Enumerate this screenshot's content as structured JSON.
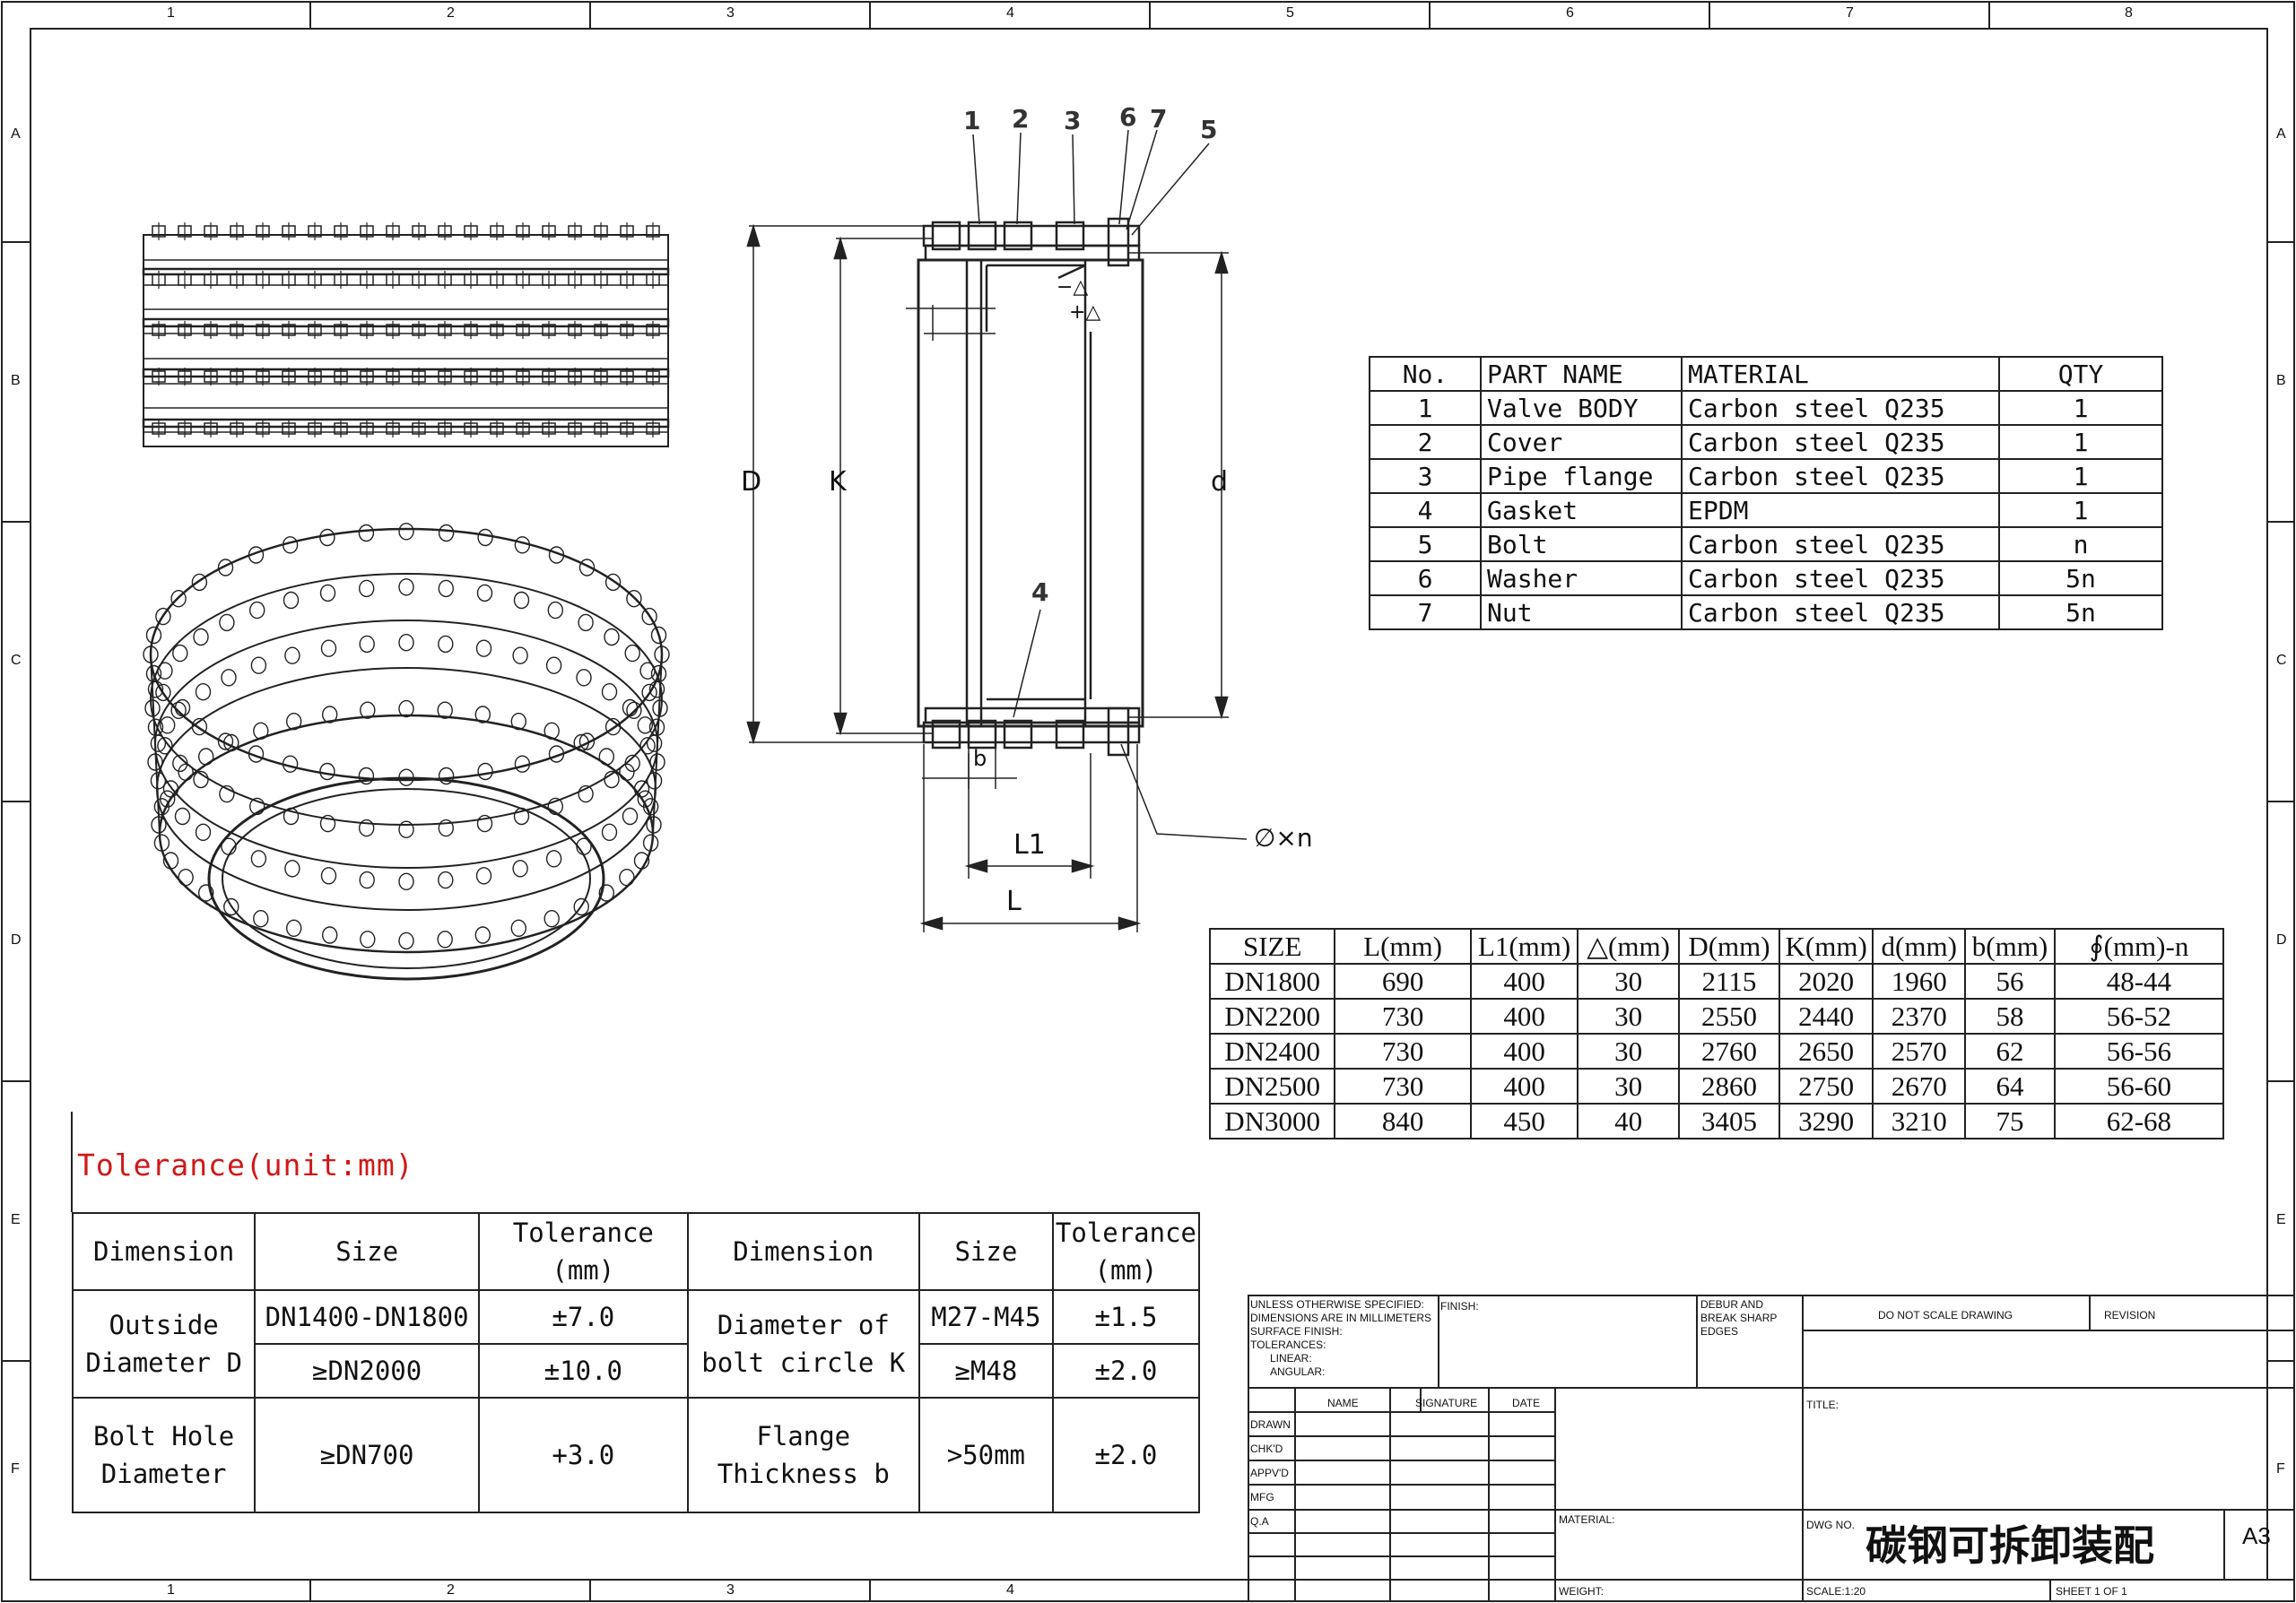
{
  "frame": {
    "col_labels": [
      "1",
      "2",
      "3",
      "4",
      "5",
      "6",
      "7",
      "8"
    ],
    "row_labels": [
      "A",
      "B",
      "C",
      "D",
      "E",
      "F"
    ],
    "bottom_col_labels": [
      "1",
      "2",
      "3",
      "4"
    ]
  },
  "assembly_view": {
    "balloons": [
      "1",
      "2",
      "3",
      "6",
      "7",
      "5",
      "4"
    ],
    "dimensions": {
      "D": "D",
      "K": "K",
      "d": "d",
      "L": "L",
      "L1": "L1",
      "b": "b",
      "bolt_hole": "∅×n",
      "minus_delta": "−△",
      "plus_delta": "+△"
    }
  },
  "parts_table": {
    "headers": [
      "No.",
      "PART NAME",
      "MATERIAL",
      "QTY"
    ],
    "rows": [
      [
        "1",
        "Valve BODY",
        "Carbon steel Q235",
        "1"
      ],
      [
        "2",
        "Cover",
        "Carbon steel Q235",
        "1"
      ],
      [
        "3",
        "Pipe flange",
        "Carbon steel Q235",
        "1"
      ],
      [
        "4",
        "Gasket",
        "EPDM",
        "1"
      ],
      [
        "5",
        "Bolt",
        "Carbon steel Q235",
        "n"
      ],
      [
        "6",
        "Washer",
        "Carbon steel Q235",
        "5n"
      ],
      [
        "7",
        "Nut",
        "Carbon steel Q235",
        "5n"
      ]
    ]
  },
  "size_table": {
    "headers": [
      "SIZE",
      "L(mm)",
      "L1(mm)",
      "△(mm)",
      "D(mm)",
      "K(mm)",
      "d(mm)",
      "b(mm)",
      "∮(mm)-n"
    ],
    "rows": [
      [
        "DN1800",
        "690",
        "400",
        "30",
        "2115",
        "2020",
        "1960",
        "56",
        "48-44"
      ],
      [
        "DN2200",
        "730",
        "400",
        "30",
        "2550",
        "2440",
        "2370",
        "58",
        "56-52"
      ],
      [
        "DN2400",
        "730",
        "400",
        "30",
        "2760",
        "2650",
        "2570",
        "62",
        "56-56"
      ],
      [
        "DN2500",
        "730",
        "400",
        "30",
        "2860",
        "2750",
        "2670",
        "64",
        "56-60"
      ],
      [
        "DN3000",
        "840",
        "450",
        "40",
        "3405",
        "3290",
        "3210",
        "75",
        "62-68"
      ]
    ]
  },
  "tolerance": {
    "title": "Tolerance(unit:mm)",
    "h_dimension": "Dimension",
    "h_size": "Size",
    "h_tolerance_1": "Tolerance",
    "h_tolerance_2": "(mm)",
    "od_label_1": "Outside",
    "od_label_2": "Diameter D",
    "od_size_1": "DN1400-DN1800",
    "od_tol_1": "±7.0",
    "od_size_2": "≥DN2000",
    "od_tol_2": "±10.0",
    "k_label_1": "Diameter of",
    "k_label_2": "bolt circle K",
    "k_size_1": "M27-M45",
    "k_tol_1": "±1.5",
    "k_size_2": "≥M48",
    "k_tol_2": "±2.0",
    "bh_label_1": "Bolt Hole",
    "bh_label_2": "Diameter",
    "bh_size": "≥DN700",
    "bh_tol": "+3.0",
    "ft_label_1": "Flange",
    "ft_label_2": "Thickness b",
    "ft_size": ">50mm",
    "ft_tol": "±2.0"
  },
  "title_block": {
    "unless_lines": [
      "UNLESS OTHERWISE SPECIFIED:",
      "DIMENSIONS ARE IN MILLIMETERS",
      "SURFACE FINISH:",
      "TOLERANCES:",
      "LINEAR:",
      "ANGULAR:"
    ],
    "finish": "FINISH:",
    "debur_lines": [
      "DEBUR AND",
      "BREAK SHARP",
      "EDGES"
    ],
    "do_not_scale": "DO NOT SCALE DRAWING",
    "revision": "REVISION",
    "col_name": "NAME",
    "col_signature": "SIGNATURE",
    "col_date": "DATE",
    "rows": [
      "DRAWN",
      "CHK'D",
      "APPV'D",
      "MFG",
      "Q.A"
    ],
    "title": "TITLE:",
    "material": "MATERIAL:",
    "dwg_no": "DWG NO.",
    "dwg_name": "碳钢可拆卸装配",
    "size": "A3",
    "weight": "WEIGHT:",
    "scale": "SCALE:1:20",
    "sheet": "SHEET 1 OF 1"
  }
}
